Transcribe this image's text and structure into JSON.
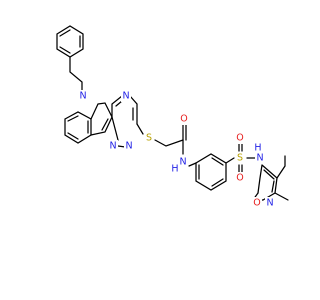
{
  "structure": {
    "colors": {
      "bond": "#000000",
      "nitrogen": "#1f1fe6",
      "oxygen": "#e61f1f",
      "sulfur": "#b8a100",
      "background": "#ffffff"
    },
    "atoms": {
      "n_indole": {
        "text": "N",
        "element": "N"
      },
      "n_triazine_a": {
        "text": "N",
        "element": "N"
      },
      "n_triazine_b": {
        "text": "N",
        "element": "N"
      },
      "n_triazine_c": {
        "text": "N",
        "element": "N"
      },
      "s_thioether": {
        "text": "S",
        "element": "S"
      },
      "o_carbonyl": {
        "text": "O",
        "element": "O"
      },
      "n_amide": {
        "text": "N",
        "element": "N"
      },
      "h_amide": {
        "text": "H",
        "element": "N"
      },
      "s_sulfonyl": {
        "text": "S",
        "element": "S"
      },
      "o_sulfonyl_top": {
        "text": "O",
        "element": "O"
      },
      "o_sulfonyl_bottom": {
        "text": "O",
        "element": "O"
      },
      "n_sulfonamide": {
        "text": "N",
        "element": "N"
      },
      "h_sulfonamide": {
        "text": "H",
        "element": "N"
      },
      "o_isoxazole": {
        "text": "O",
        "element": "O"
      },
      "n_isoxazole": {
        "text": "N",
        "element": "N"
      }
    }
  }
}
